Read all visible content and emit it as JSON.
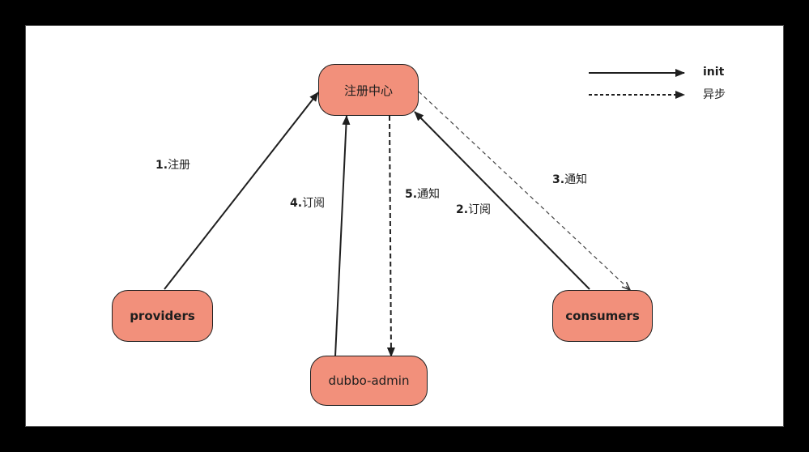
{
  "nodes": {
    "registry": "注册中心",
    "providers": "providers",
    "consumers": "consumers",
    "admin": "dubbo-admin"
  },
  "edges": {
    "e1": {
      "num": "1.",
      "text": "注册"
    },
    "e2": {
      "num": "2.",
      "text": "订阅"
    },
    "e3": {
      "num": "3.",
      "text": "通知"
    },
    "e4": {
      "num": "4.",
      "text": "订阅"
    },
    "e5": {
      "num": "5.",
      "text": "通知"
    }
  },
  "legend": {
    "solid": "init",
    "dashed": "异步"
  },
  "colors": {
    "node_fill": "#f2907b",
    "stroke": "#1f1f1f",
    "background": "#000000"
  }
}
